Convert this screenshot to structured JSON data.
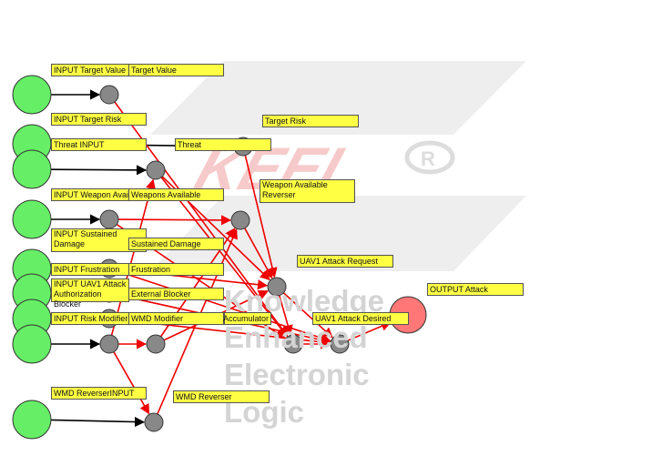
{
  "watermark": {
    "logo_text": "KEEL",
    "lines": [
      "Knowledge",
      "Enhanced",
      "Electronic",
      "Logic"
    ]
  },
  "labels": {
    "input_target_value": "INPUT Target Value",
    "target_value": "Target Value",
    "input_target_risk": "INPUT Target Risk",
    "target_risk": "Target Risk",
    "threat_input": "Threat INPUT",
    "threat": "Threat",
    "input_weapon_available": "INPUT Weapon Available",
    "weapons_available": "Weapons Available",
    "weapon_available_reverser": "Weapon Available Reverser",
    "input_sustained_damage": "INPUT Sustained Damage",
    "sustained_damage": "Sustained Damage",
    "input_frustration": "INPUT Frustration",
    "frustration": "Frustration",
    "uav1_attack_request": "UAV1 Attack Request",
    "input_uav1_attack_authorization": "INPUT UAV1 Attack Authorization Blocker",
    "external_blocker": "External Blocker",
    "output_attack": "OUTPUT Attack",
    "input_risk_modifier": "INPUT Risk Modifier",
    "wmd_modifier": "WMD Modifier",
    "accumulator": "Accumulator",
    "uav1_attack_desired": "UAV1 Attack Desired",
    "wmd_reverser_input": "WMD ReverserINPUT",
    "wmd_reverser": "WMD Reverser"
  },
  "colors": {
    "input_node": "#66ee66",
    "internal_node": "#888888",
    "output_node": "#ff7777",
    "label_bg": "#ffff44",
    "input_edge": "#000000",
    "link_edge": "#ee0000"
  }
}
